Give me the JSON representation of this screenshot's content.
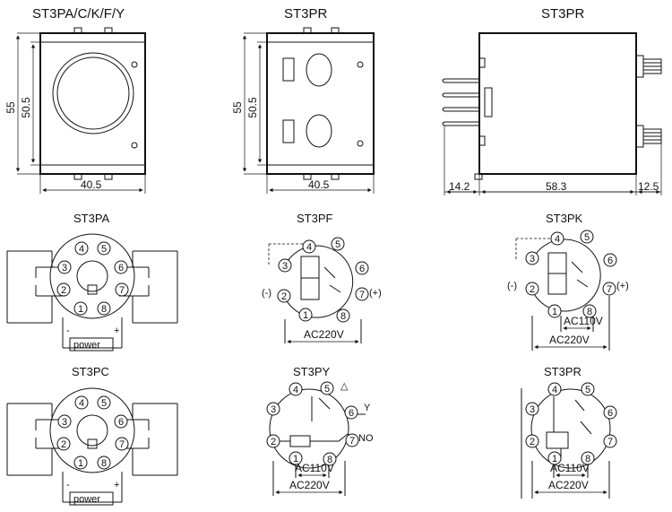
{
  "titles": {
    "front_a": "ST3PA/C/K/F/Y",
    "front_b": "ST3PR",
    "side": "ST3PR"
  },
  "dimensions": {
    "height_outer": "55",
    "height_inner": "50.5",
    "width": "40.5",
    "pins": "14.2",
    "body": "58.3",
    "knob": "12.5"
  },
  "diagrams": {
    "st3pa": "ST3PA",
    "st3pf": "ST3PF",
    "st3pk": "ST3PK",
    "st3pc": "ST3PC",
    "st3py": "ST3PY",
    "st3pr": "ST3PR"
  },
  "labels": {
    "power": "power",
    "minus": "-",
    "plus": "+",
    "neg": "(-)",
    "pos": "(+)",
    "ac220": "AC220V",
    "ac110": "AC110V",
    "y": "Y",
    "no": "NO",
    "delta": "△"
  },
  "pins": [
    "1",
    "2",
    "3",
    "4",
    "5",
    "6",
    "7",
    "8"
  ]
}
